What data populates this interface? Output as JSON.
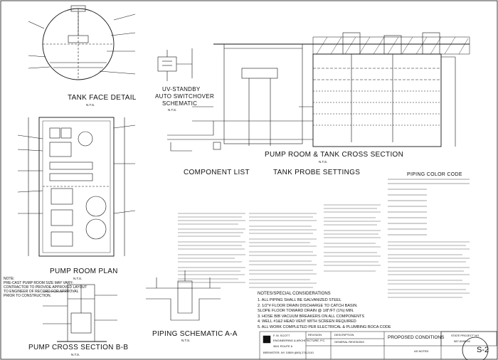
{
  "titles": {
    "tank_face": "TANK FACE DETAIL",
    "uv_standby_1": "UV-STANDBY",
    "uv_standby_2": "AUTO SWITCHOVER",
    "uv_standby_3": "SCHEMATIC",
    "pump_room_section": "PUMP ROOM & TANK CROSS SECTION",
    "component_list": "COMPONENT LIST",
    "tank_probe": "TANK PROBE SETTINGS",
    "piping_color": "PIPING COLOR CODE",
    "pump_room_plan": "PUMP ROOM PLAN",
    "pump_cross": "PUMP CROSS SECTION B-B",
    "piping_schematic": "PIPING SCHEMATIC A-A",
    "nts": "N.T.S."
  },
  "notes": {
    "pump_plan_note": [
      "NOTE:",
      "PRE-CAST PUMP ROOM SIZE MAY VARY-",
      "CONTRACTOR TO PROVIDE APPROVED LAYOUT",
      "TO ENGINEER OF RECORD FOR APPROVAL",
      "PRIOR TO CONSTRUCTION."
    ],
    "special_header": "NOTES/SPECIAL CONSIDERATIONS",
    "special": [
      "1. ALL PIPING SHALL BE GALVANIZED STEEL",
      "2. 1/2\"# FLOOR DRAIN DISCHARGE TO CATCH BASIN.",
      "   SLOPE FLOOR TOWARD DRAIN @ 1/8\"/FT (1%) MIN.",
      "3. HOSE BIB VACUUM BREAKERS ON ALL COMPONENTS",
      "4. WELL #1&2 HEAD VENT WITH SCREEN REQUIRED",
      "5. ALL WORK COMPLETED PER ELECTRICAL & PLUMBING BOCA CODE"
    ]
  },
  "title_block": {
    "firm_1": "F. M. SCOTT",
    "firm_2": "ENGINEERING & ARCHITECTURE, P.C.",
    "firm_3": "3811 ROUTE 6",
    "firm_4": "BREWSTER, NY 10509   (845) 278-2110",
    "proposed": "PROPOSED CONDITIONS",
    "revision": "REVISION",
    "description": "DESCRIPTION",
    "general": "GENERAL REVISIONS",
    "state_project": "STATE PROJECT NO.",
    "project_no": "987-0098-04",
    "scale": "AS NOTED",
    "sheet": "S-2"
  }
}
